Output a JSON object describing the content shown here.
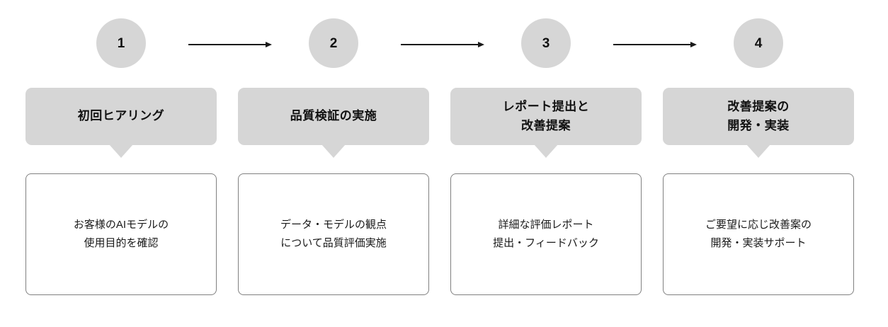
{
  "diagram": {
    "type": "process-flow",
    "orientation": "horizontal",
    "step_count": 4,
    "colors": {
      "step_fill": "#d6d6d6",
      "header_fill": "#d6d6d6",
      "body_border": "#808080",
      "body_fill": "#ffffff",
      "text": "#111111",
      "arrow": "#1a1a1a",
      "background": "#ffffff"
    },
    "steps": [
      {
        "number": "1",
        "header": "初回ヒアリング",
        "body": "お客様のAIモデルの\n使用目的を確認"
      },
      {
        "number": "2",
        "header": "品質検証の実施",
        "body": "データ・モデルの観点\nについて品質評価実施"
      },
      {
        "number": "3",
        "header": "レポート提出と\n改善提案",
        "body": "詳細な評価レポート\n提出・フィードバック"
      },
      {
        "number": "4",
        "header": "改善提案の\n開発・実装",
        "body": "ご要望に応じ改善案の\n開発・実装サポート"
      }
    ],
    "connectors": [
      {
        "from": "1",
        "to": "2",
        "icon": "arrow-right-icon"
      },
      {
        "from": "2",
        "to": "3",
        "icon": "arrow-right-icon"
      },
      {
        "from": "3",
        "to": "4",
        "icon": "arrow-right-icon"
      }
    ]
  }
}
